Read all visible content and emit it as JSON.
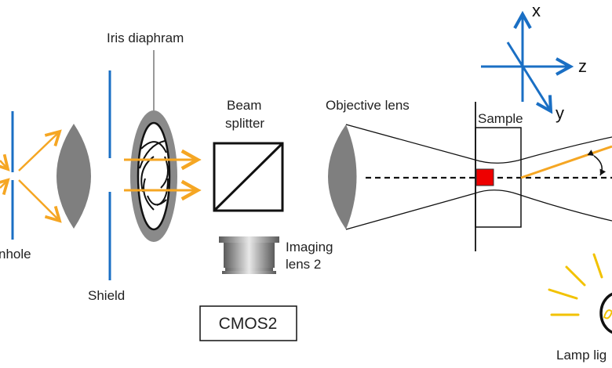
{
  "diagram": {
    "title": "Optical setup schematic",
    "labels": {
      "pinhole": "Pinhole",
      "pinhole_visible": "nhole",
      "shield": "Shield",
      "iris": "Iris diaphram",
      "beam_splitter_line1": "Beam",
      "beam_splitter_line2": "splitter",
      "imaging_lens_line1": "Imaging",
      "imaging_lens_line2": "lens 2",
      "cmos": "CMOS2",
      "objective": "Objective lens",
      "sample": "Sample",
      "lamp": "Lamp light",
      "lamp_visible": "Lamp lig"
    },
    "axes": {
      "x": "x",
      "y": "y",
      "z": "z"
    },
    "colors": {
      "beam": "#f5a623",
      "aperture": "#1a6fc4",
      "lens": "#7f7f7f",
      "sample_marker": "#ee0000",
      "lamp": "#f2c200",
      "outline": "#111111"
    }
  }
}
